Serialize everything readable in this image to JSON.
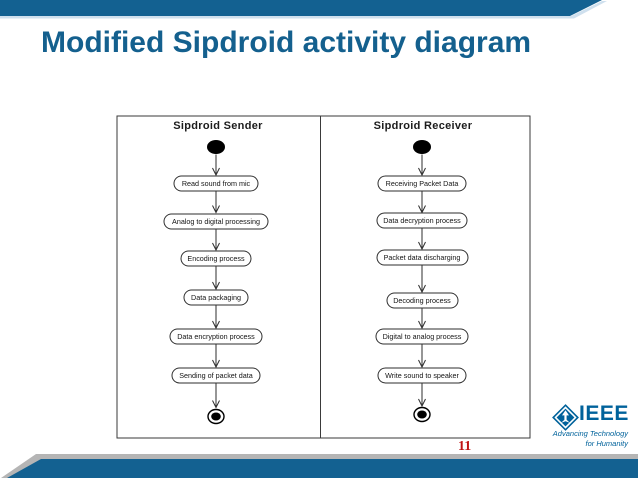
{
  "slide": {
    "title": "Modified Sipdroid activity diagram",
    "page_number": "11"
  },
  "diagram": {
    "type": "uml-activity",
    "lanes": [
      {
        "title": "Sipdroid Sender",
        "steps": [
          "Read sound from mic",
          "Analog to digital processing",
          "Encoding process",
          "Data packaging",
          "Data encryption process",
          "Sending of packet data"
        ]
      },
      {
        "title": "Sipdroid Receiver",
        "steps": [
          "Receiving Packet Data",
          "Data decryption process",
          "Packet data discharging",
          "Decoding process",
          "Digital to analog process",
          "Write sound to speaker"
        ]
      }
    ]
  },
  "logo": {
    "wordmark": "IEEE",
    "tagline_line1": "Advancing Technology",
    "tagline_line2": "for Humanity"
  },
  "colors": {
    "bar_blue": "#136191",
    "bar_light_edge": "#cfe0ee",
    "title_blue": "#14608e",
    "ieee_blue": "#00629b",
    "page_number_red": "#c01414",
    "footer_gray": "#b5b5b5",
    "diagram_line": "#2e2e2e"
  }
}
